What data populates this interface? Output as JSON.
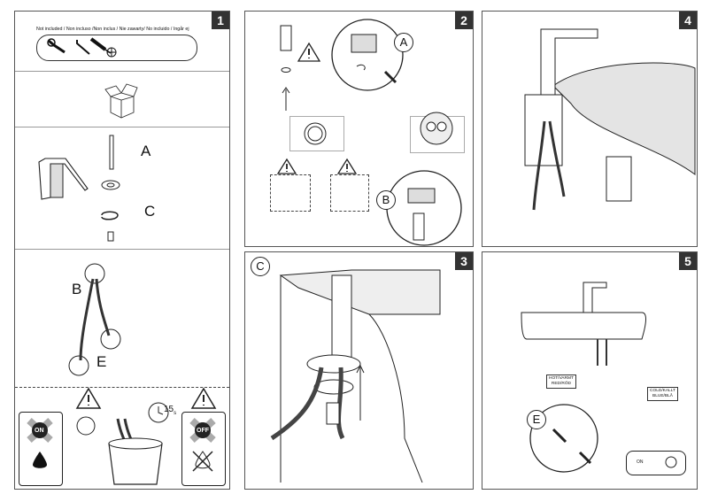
{
  "steps": {
    "s1": "1",
    "s2": "2",
    "s3": "3",
    "s4": "4",
    "s5": "5"
  },
  "letters": {
    "A": "A",
    "B": "B",
    "C": "C",
    "E": "E"
  },
  "not_included": "Not included / Non incluso /Non inclus / Nie zawarty/ No incluido / Ingår ej",
  "labels": {
    "on": "ON",
    "off": "OFF",
    "timer": "15",
    "timer_unit": "s",
    "hot": [
      "HOT/VARMT",
      "RED/RÖD"
    ],
    "cold": [
      "COLD/KALLT",
      "BLUE/BLÅ"
    ],
    "switch_on": "ON"
  },
  "colors": {
    "panel_border": "#555555",
    "step_bg": "#333333",
    "sink_grey": "#d9d9d9"
  }
}
